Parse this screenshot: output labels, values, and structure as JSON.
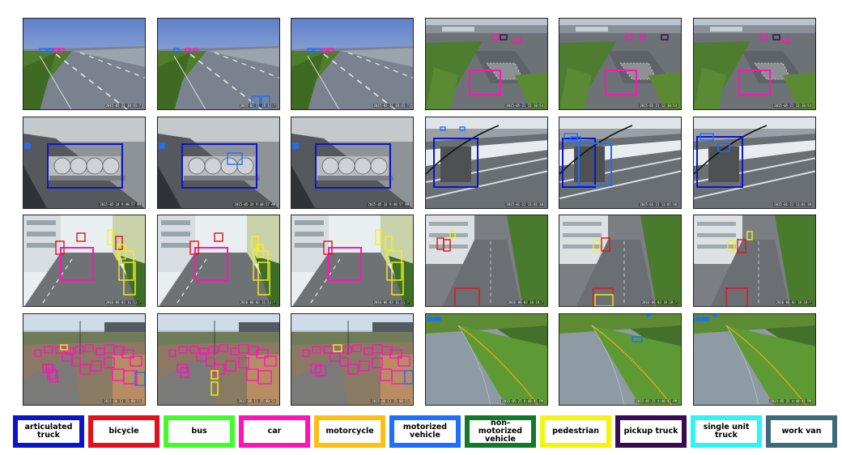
{
  "colors": {
    "articulated_truck": "#0b15c8",
    "bicycle": "#e3111b",
    "bus": "#3fff2a",
    "car": "#ff14b8",
    "motorcycle": "#ffbe12",
    "motorized_vehicle": "#1d6fff",
    "non_motorized_vehicle": "#0e7a2a",
    "pedestrian": "#f3f411",
    "pickup_truck": "#3a0a52",
    "single_unit_truck": "#2ef4f5",
    "work_van": "#3c6c7a"
  },
  "legend": [
    {
      "label": "articulated\ntruck",
      "color_key": "articulated_truck"
    },
    {
      "label": "bicycle",
      "color_key": "bicycle"
    },
    {
      "label": "bus",
      "color_key": "bus"
    },
    {
      "label": "car",
      "color_key": "car"
    },
    {
      "label": "motorcycle",
      "color_key": "motorcycle"
    },
    {
      "label": "motorized\nvehicle",
      "color_key": "motorized_vehicle"
    },
    {
      "label": "non-motorized\nvehicle",
      "color_key": "non_motorized_vehicle"
    },
    {
      "label": "pedestrian",
      "color_key": "pedestrian"
    },
    {
      "label": "pickup truck",
      "color_key": "pickup_truck"
    },
    {
      "label": "single unit\ntruck",
      "color_key": "single_unit_truck"
    },
    {
      "label": "work van",
      "color_key": "work_van"
    }
  ],
  "timestamps": {
    "r0": [
      "2015-05-21 18:41:?",
      "2015-05-21 18:41:?",
      "2015-05-21 18:41:?",
      "2015-05-21 12:10:54",
      "2015-05-21 12:10:54",
      "2015-05-21 12:10:54"
    ],
    "r1": [
      "2015-05-24 9:40:57 AM",
      "2015-05-24 9:40:57 AM",
      "2015-05-24 9:40:57 AM",
      "2015-01-21 11:01:30",
      "2015-01-21 11:01:30",
      "2015-01-21 11:01:30"
    ],
    "r2": [
      "2016-06-03 11:11:?",
      "2016-06-03 11:11:?",
      "2016-06-03 11:11:?",
      "2016-06-03 18:18:?",
      "2016-06-03 18:18:?",
      "2016-06-03 18:18:?"
    ],
    "r3": [
      "2015-06-11 15:00:51",
      "2015-06-11 15:00:51",
      "2015-06-11 15:00:51",
      "2015-05-25 4:40:45 PM",
      "2015-05-25 4:40:45 PM",
      "2015-05-25 4:40:45 PM"
    ]
  }
}
